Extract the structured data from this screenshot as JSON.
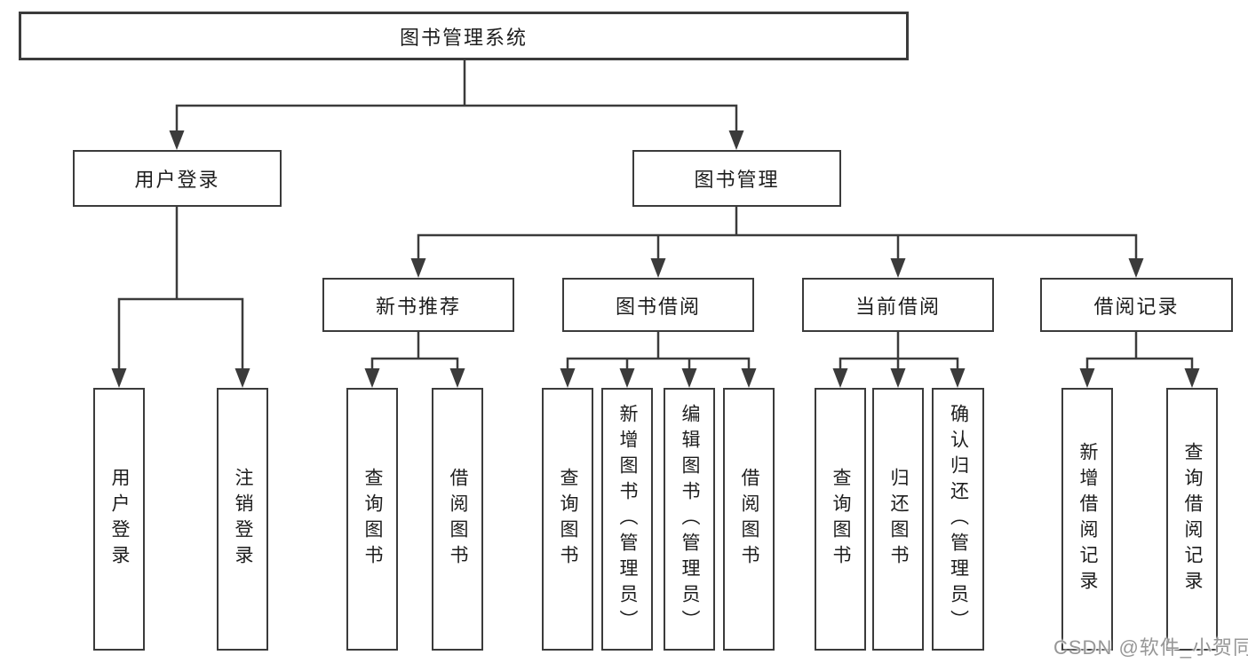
{
  "tree": {
    "label": "图书管理系统",
    "children": [
      {
        "label": "用户登录",
        "children": [
          {
            "label": "用户登录"
          },
          {
            "label": "注销登录"
          }
        ]
      },
      {
        "label": "图书管理",
        "children": [
          {
            "label": "新书推荐",
            "children": [
              {
                "label": "查询图书"
              },
              {
                "label": "借阅图书"
              }
            ]
          },
          {
            "label": "图书借阅",
            "children": [
              {
                "label": "查询图书"
              },
              {
                "label": "新增图书（管理员）"
              },
              {
                "label": "编辑图书（管理员）"
              },
              {
                "label": "借阅图书"
              }
            ]
          },
          {
            "label": "当前借阅",
            "children": [
              {
                "label": "查询图书"
              },
              {
                "label": "归还图书"
              },
              {
                "label": "确认归还（管理员）"
              }
            ]
          },
          {
            "label": "借阅记录",
            "children": [
              {
                "label": "新增借阅记录"
              },
              {
                "label": "查询借阅记录"
              }
            ]
          }
        ]
      }
    ]
  },
  "watermark": {
    "text": "CSDN @软件_小贺同学"
  },
  "colors": {
    "line": "#3b3b3b",
    "text": "#1d1d1d",
    "background": "#ffffff",
    "watermark_gray": "#919191"
  }
}
